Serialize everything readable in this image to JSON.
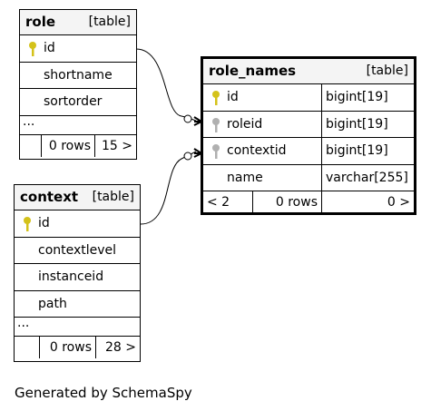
{
  "tables": {
    "role": {
      "name": "role",
      "type": "[table]",
      "columns": [
        "id",
        "shortname",
        "sortorder"
      ],
      "more": "...",
      "footer": {
        "rows": "0 rows",
        "children": "15 >"
      }
    },
    "context": {
      "name": "context",
      "type": "[table]",
      "columns": [
        "id",
        "contextlevel",
        "instanceid",
        "path"
      ],
      "more": "...",
      "footer": {
        "rows": "0 rows",
        "children": "28 >"
      }
    },
    "role_names": {
      "name": "role_names",
      "type": "[table]",
      "columns": [
        {
          "name": "id",
          "type": "bigint[19]"
        },
        {
          "name": "roleid",
          "type": "bigint[19]"
        },
        {
          "name": "contextid",
          "type": "bigint[19]"
        },
        {
          "name": "name",
          "type": "varchar[255]"
        }
      ],
      "footer": {
        "parents": "< 2",
        "rows": "0 rows",
        "children": "0 >"
      }
    }
  },
  "colors": {
    "primary_key": "#d4c21a",
    "foreign_key": "#b0b0b0",
    "header_bg": "#f4f4f4"
  },
  "caption": "Generated by SchemaSpy"
}
